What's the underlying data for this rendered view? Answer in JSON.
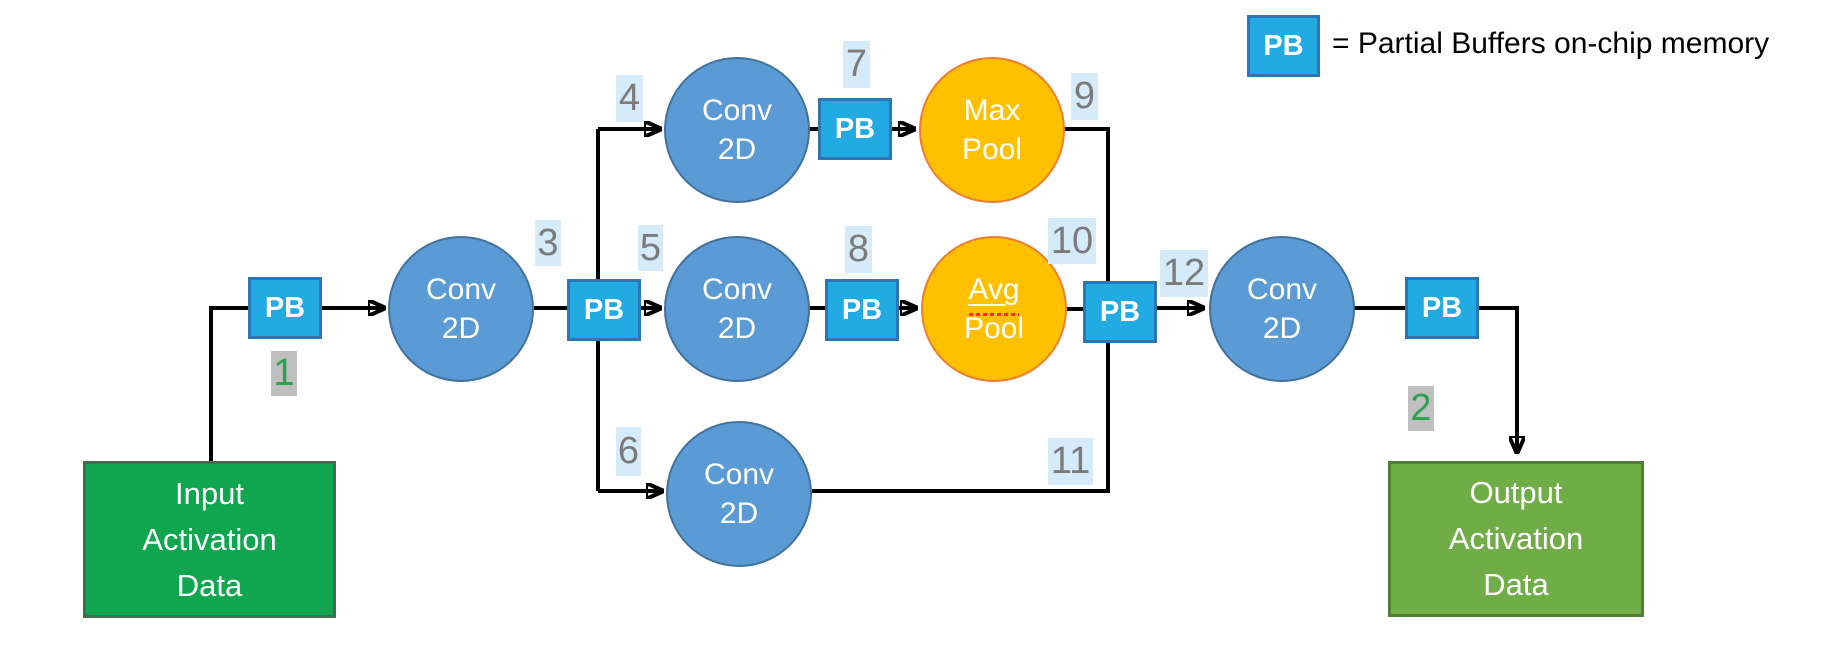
{
  "legend": {
    "pb": "PB",
    "text": "= Partial Buffers on-chip memory"
  },
  "labels": {
    "pb": "PB",
    "conv": "Conv\n2D",
    "max": "Max\nPool",
    "avg_line1": "Avg",
    "avg_line2": "Pool",
    "input": "Input\nActivation\nData",
    "output": "Output\nActivation\nData"
  },
  "steps": {
    "s1": "1",
    "s2": "2",
    "s3": "3",
    "s4": "4",
    "s5": "5",
    "s6": "6",
    "s7": "7",
    "s8": "8",
    "s9": "9",
    "s10": "10",
    "s11": "11",
    "s12": "12"
  },
  "colors": {
    "pb_fill": "#22AAE3",
    "pb_border": "#2E75B6",
    "conv_fill": "#5B9BD5",
    "conv_border": "#41719C",
    "pool_fill": "#FFC000",
    "pool_border": "#ED7D31",
    "input_fill": "#10A650",
    "input_border": "#456B54",
    "output_fill": "#70AD47",
    "output_border": "#507E32",
    "line": "#000000",
    "step_blue_bg": "#D5EBF9",
    "step_gray_bg": "#BFBFBF",
    "step_num_gray": "#7B7B7B",
    "step_num_green": "#2BA34D",
    "text_white": "#FFFFFF",
    "legend_text": "#000000",
    "squiggle_red": "#FF2A2A"
  }
}
